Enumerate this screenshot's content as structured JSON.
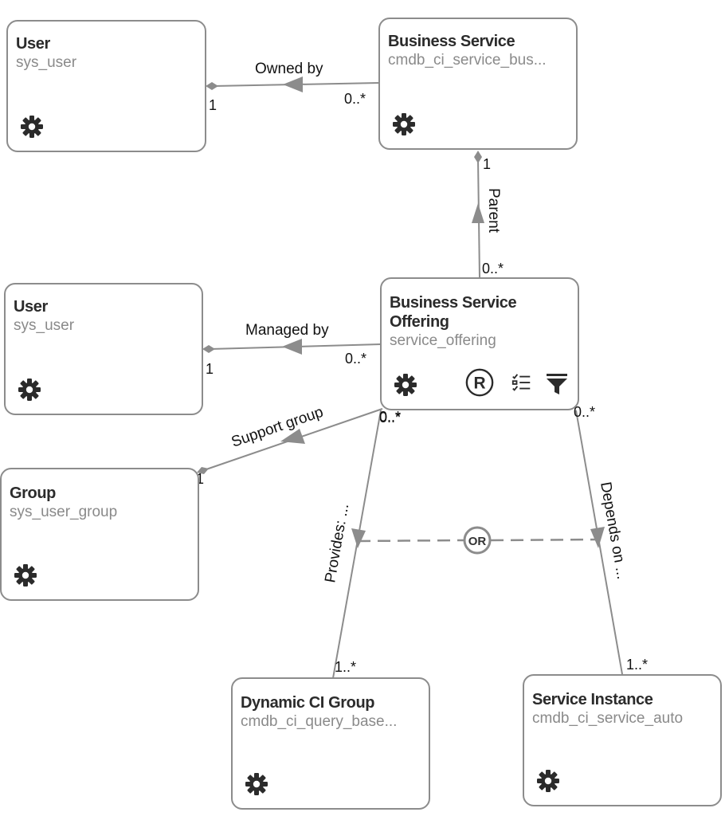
{
  "nodes": {
    "user_owner": {
      "title": "User",
      "table": "sys_user"
    },
    "business_service": {
      "title": "Business Service",
      "table": "cmdb_ci_service_bus..."
    },
    "user_manager": {
      "title": "User",
      "table": "sys_user"
    },
    "service_offering": {
      "title_line1": "Business Service",
      "title_line2": "Offering",
      "table": "service_offering"
    },
    "group": {
      "title": "Group",
      "table": "sys_user_group"
    },
    "dynamic_ci_group": {
      "title": "Dynamic CI Group",
      "table": "cmdb_ci_query_base..."
    },
    "service_instance": {
      "title": "Service Instance",
      "table": "cmdb_ci_service_auto"
    }
  },
  "toolbar": {
    "registered_icon_glyph": "R",
    "icons": [
      "gear-icon",
      "registered-icon",
      "checklist-icon",
      "filter-icon"
    ]
  },
  "edges": {
    "owned_by": {
      "label": "Owned by",
      "source_mult": "0..*",
      "target_mult": "1"
    },
    "parent": {
      "label": "Parent",
      "source_mult": "0..*",
      "target_mult": "1"
    },
    "managed_by": {
      "label": "Managed by",
      "source_mult": "0..*",
      "target_mult": "1"
    },
    "support_group": {
      "label": "Support group",
      "source_mult": "0..*",
      "target_mult": "1"
    },
    "provides": {
      "label": "Provides: ...",
      "source_mult": "0..*",
      "target_mult": "1..*"
    },
    "depends_on": {
      "label": "Depends on ...",
      "source_mult": "0..*",
      "target_mult": "1..*"
    },
    "or_connector": {
      "label": "OR"
    }
  },
  "colors": {
    "line": "#8c8c8c",
    "title": "#2b2b2b",
    "subtitle": "#8a8a8a",
    "icon": "#2b2b2b"
  }
}
